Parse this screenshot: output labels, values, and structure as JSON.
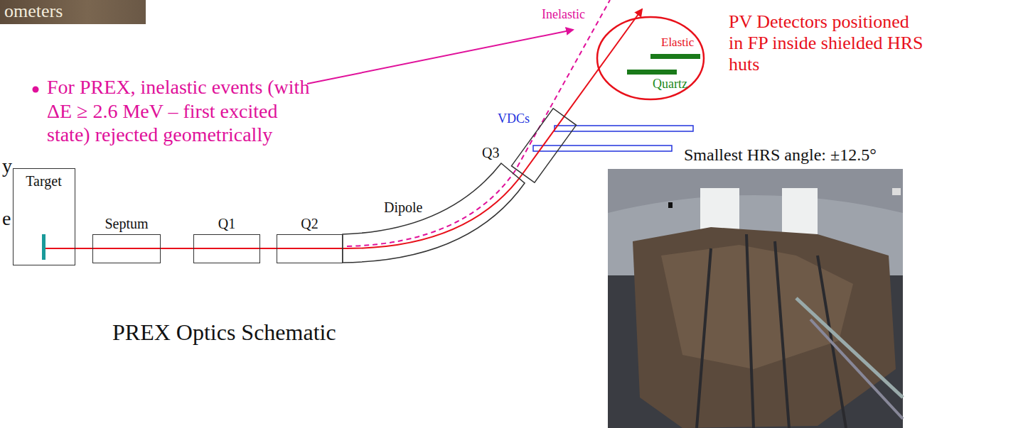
{
  "diagram": {
    "nodes": [
      {
        "text": [
          "ometers"
        ]
      },
      {
        "text": [
          "Target"
        ]
      },
      {
        "text": [
          "Septum"
        ]
      },
      {
        "text": [
          "Q1"
        ]
      },
      {
        "text": [
          "Q2"
        ]
      },
      {
        "text": [
          "Dipole"
        ]
      },
      {
        "text": [
          "Q3"
        ]
      }
    ],
    "labels": [
      "For PREX, inelastic events (with ΔE ≥ 2.6 MeV – first excited state) rejected geometrically",
      "Inelastic",
      "Elastic",
      "Quartz",
      "PV Detectors positioned in FP inside shielded HRS huts",
      "VDCs",
      "Smallest HRS angle: ±12.5°",
      "PREX Optics Schematic",
      "y",
      "e"
    ]
  }
}
